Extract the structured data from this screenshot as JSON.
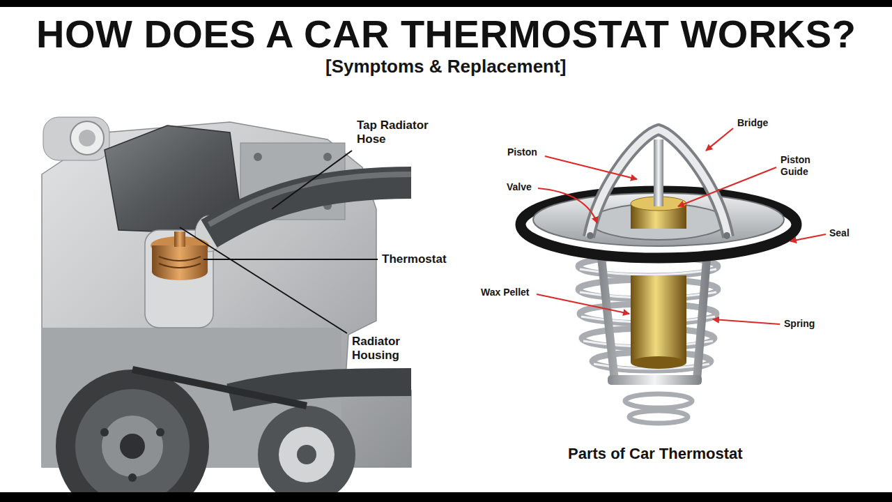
{
  "diagram": {
    "title": "HOW DOES A CAR THERMOSTAT WORKS?",
    "caption": "Parts of Car Thermostat",
    "labels": [
      "[Symptoms & Replacement]",
      "Tap Radiator Hose",
      "Thermostat",
      "Radiator Housing",
      "Bridge",
      "Piston",
      "Piston Guide",
      "Valve",
      "Seal",
      "Wax Pellet",
      "Spring"
    ]
  }
}
